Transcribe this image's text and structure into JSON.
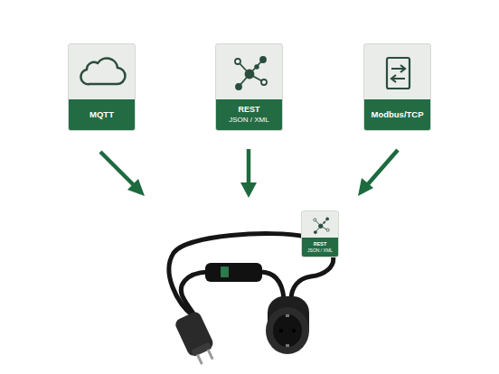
{
  "diagram": {
    "nodes": [
      {
        "text": [
          "MQTT"
        ]
      },
      {
        "text": [
          "REST",
          "JSON / XML"
        ]
      },
      {
        "text": [
          "Modbus/TCP"
        ]
      },
      {
        "text": [
          "REST",
          "JSON / XML"
        ]
      }
    ]
  }
}
